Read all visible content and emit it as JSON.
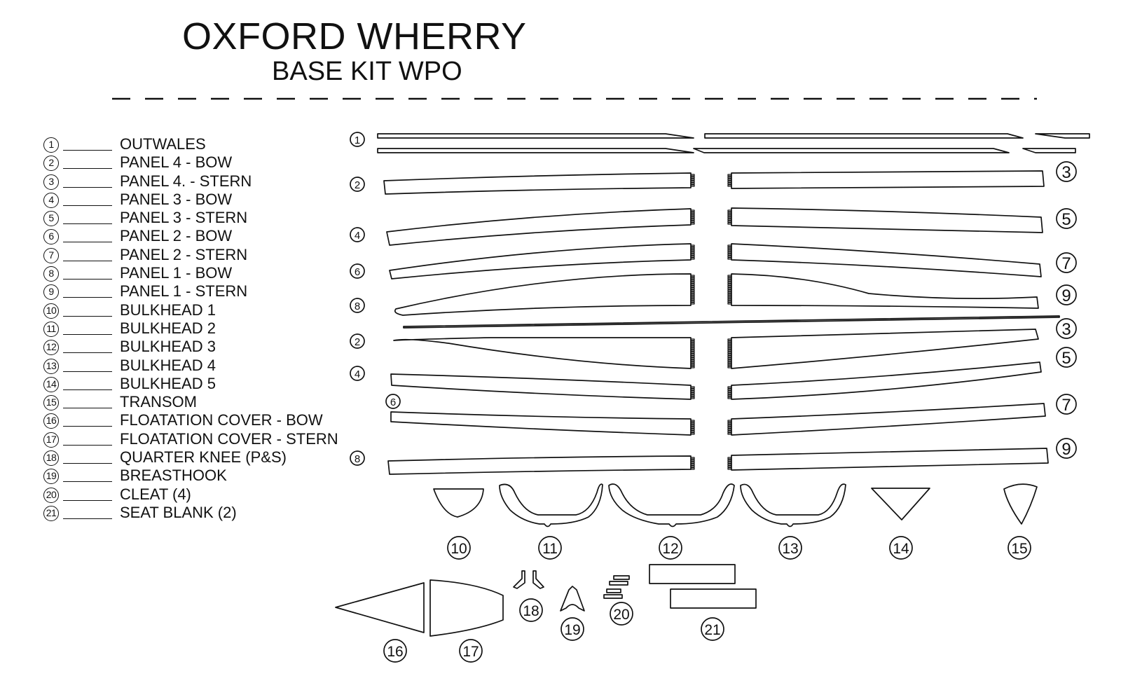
{
  "title": "OXFORD WHERRY",
  "subtitle": "BASE KIT WPO",
  "legend": [
    {
      "num": "1",
      "label": "OUTWALES"
    },
    {
      "num": "2",
      "label": "PANEL 4  - BOW"
    },
    {
      "num": "3",
      "label": "PANEL 4. - STERN"
    },
    {
      "num": "4",
      "label": "PANEL 3 - BOW"
    },
    {
      "num": "5",
      "label": "PANEL 3 - STERN"
    },
    {
      "num": "6",
      "label": "PANEL 2  - BOW"
    },
    {
      "num": "7",
      "label": "PANEL 2 - STERN"
    },
    {
      "num": "8",
      "label": "PANEL 1 - BOW"
    },
    {
      "num": "9",
      "label": "PANEL 1 - STERN"
    },
    {
      "num": "10",
      "label": "BULKHEAD 1"
    },
    {
      "num": "11",
      "label": "BULKHEAD 2"
    },
    {
      "num": "12",
      "label": "BULKHEAD 3"
    },
    {
      "num": "13",
      "label": "BULKHEAD 4"
    },
    {
      "num": "14",
      "label": "BULKHEAD 5"
    },
    {
      "num": "15",
      "label": "TRANSOM"
    },
    {
      "num": "16",
      "label": "FLOATATION COVER - BOW"
    },
    {
      "num": "17",
      "label": "FLOATATION COVER - STERN"
    },
    {
      "num": "18",
      "label": "QUARTER KNEE (P&S)"
    },
    {
      "num": "19",
      "label": "BREASTHOOK"
    },
    {
      "num": "20",
      "label": "CLEAT (4)"
    },
    {
      "num": "21",
      "label": "SEAT BLANK (2)"
    }
  ],
  "part_tags": {
    "outwale": "1",
    "p_row1_bow": "2",
    "p_row1_stern": "3",
    "p_row2_bow": "4",
    "p_row2_stern": "5",
    "p_row3_bow": "6",
    "p_row3_stern": "7",
    "p_row4_bow": "8",
    "p_row4_stern": "9",
    "strip_stern": "3",
    "p_row5_bow": "2",
    "p_row5_stern": "5",
    "p_row6_bow": "4",
    "p_row6_stern": "7",
    "p_row7_bow": "6",
    "p_row8_bow": "8",
    "p_row8_stern": "9",
    "bulkhead_1": "10",
    "bulkhead_2": "11",
    "bulkhead_3": "12",
    "bulkhead_4": "13",
    "bulkhead_5": "14",
    "transom": "15",
    "cover_bow": "16",
    "cover_stern": "17",
    "quarter_knee": "18",
    "breasthook": "19",
    "cleat": "20",
    "seat_blank": "21"
  }
}
